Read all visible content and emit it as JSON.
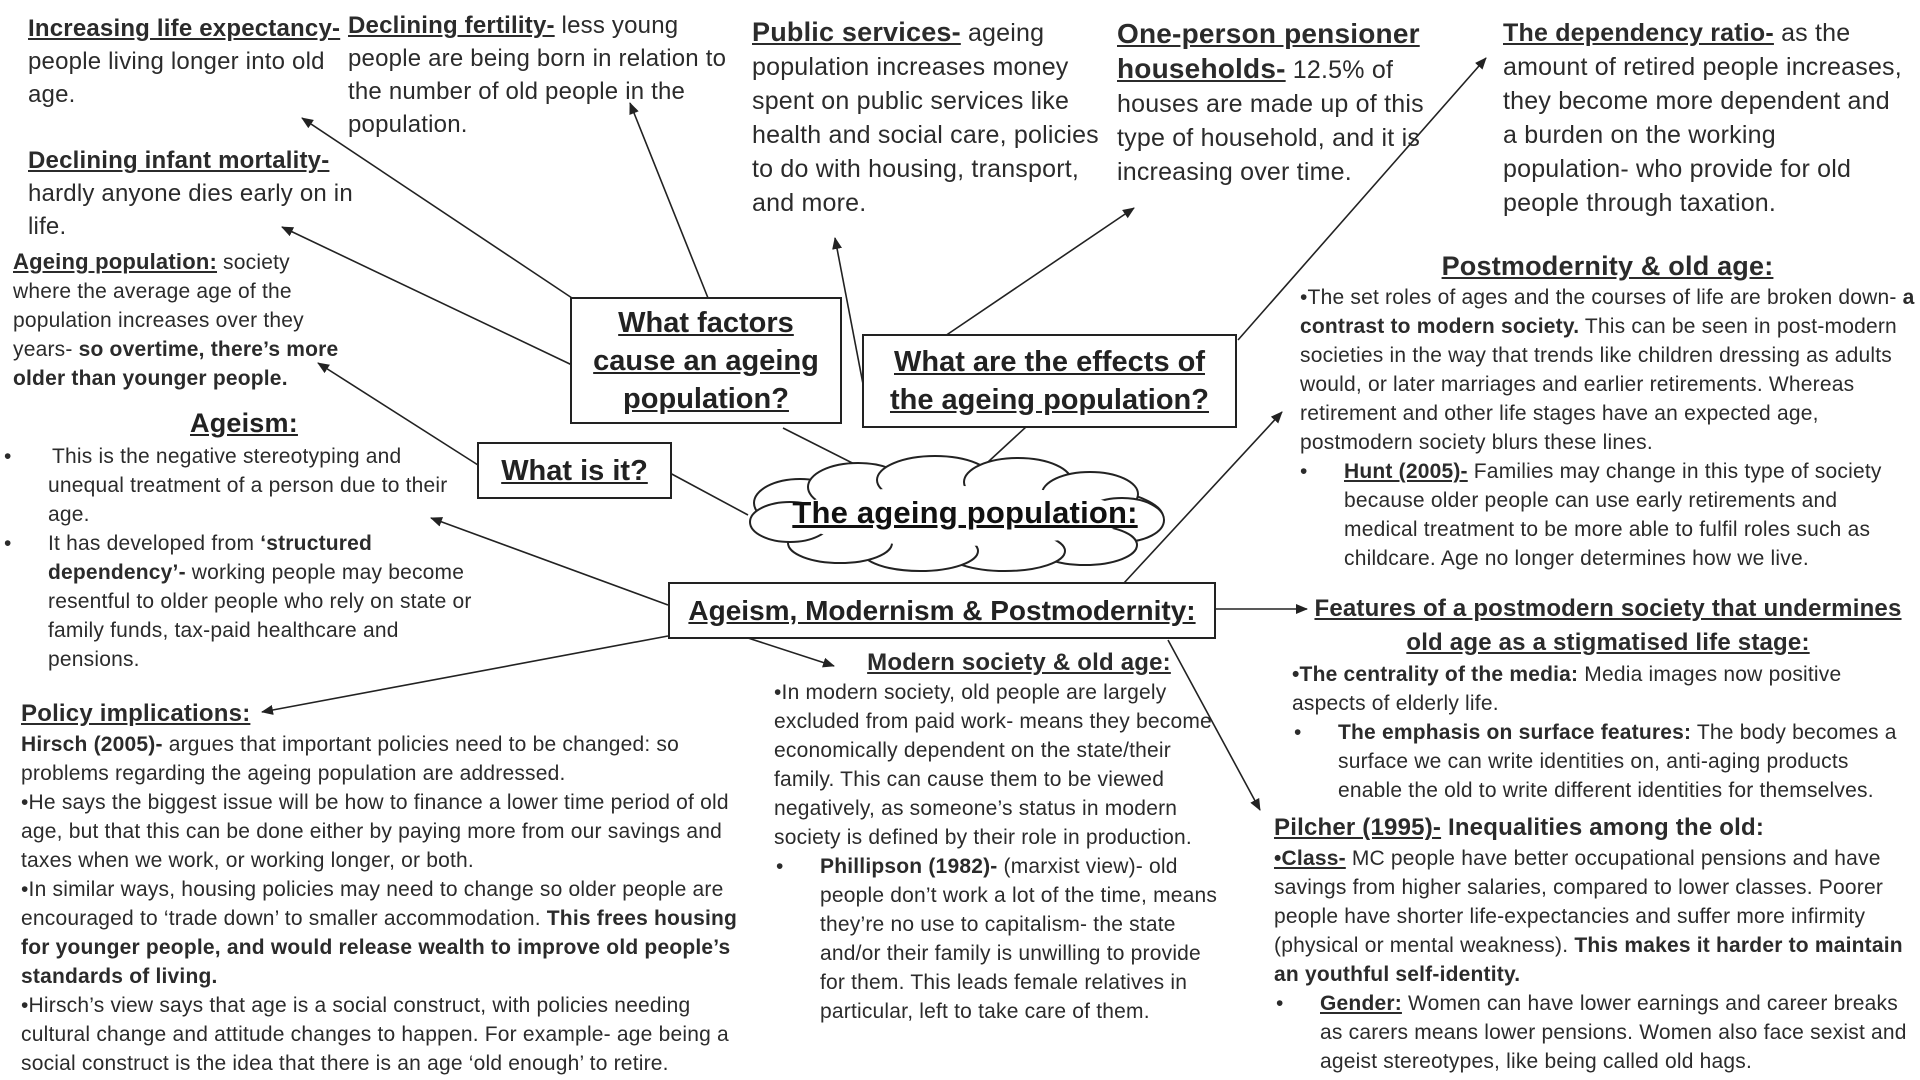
{
  "center": {
    "title": "The ageing population:"
  },
  "boxes": {
    "factors": "What factors cause an ageing population?",
    "effects": "What are the effects of the ageing population?",
    "what_is_it": "What is it?",
    "ageism_modernism": "Ageism, Modernism & Postmodernity:"
  },
  "life_expectancy": {
    "heading": "Increasing life expectancy-",
    "text": " people living longer into old age."
  },
  "infant_mortality": {
    "heading": "Declining infant mortality-",
    "text": " hardly anyone dies early on in life."
  },
  "fertility": {
    "heading": "Declining fertility-",
    "text": " less young people are being born in relation to the number of old people in the population."
  },
  "public_services": {
    "heading": "Public services-",
    "text": " ageing population increases money spent on public services like health and social care, policies to do with housing, transport, and more."
  },
  "pensioner_households": {
    "heading": "One-person pensioner households-",
    "text": " 12.5% of houses are made up of this type of household, and it is increasing over time."
  },
  "dependency_ratio": {
    "heading": "The dependency ratio-",
    "text": " as the amount of retired people increases, they become more dependent and a burden on the working population- who provide for old people through taxation."
  },
  "ageing_population": {
    "heading": "Ageing population:",
    "text": " society where the average age of the population increases over they years- ",
    "bold": "so overtime, there’s more older than younger people."
  },
  "ageism": {
    "title": "Ageism:",
    "item1": "This is the negative stereotyping and unequal treatment of a person due to their age.",
    "item2_pre": "It has developed from ",
    "item2_bold": "‘structured dependency’-",
    "item2_post": " working people may become resentful to older people who rely on state or family funds, tax-paid healthcare and pensions."
  },
  "policy": {
    "title": "Policy implications:",
    "hirsch_name": "Hirsch (2005)-",
    "hirsch_text": " argues that important policies need to be changed: so problems regarding the ageing population are addressed.",
    "p2": "•He says the biggest issue will be how to finance a lower time period of old age, but that this can be done either by paying more from our savings and taxes when we work, or working longer, or both.",
    "p3_pre": "•In similar ways, housing policies may need to change so older people are encouraged to ‘trade down’ to smaller accommodation. ",
    "p3_bold": "This frees housing for younger people, and would release wealth to improve old people’s standards of living.",
    "p4": "•Hirsch’s view says that age is a social construct, with policies needing cultural change and attitude changes to happen. For example- age being a social construct is the idea that there is an age ‘old enough’ to retire."
  },
  "modern": {
    "title": "Modern society & old age:",
    "p1": "•In modern society, old people are largely excluded from paid work- means they become economically dependent on the state/their family. This can cause them to be viewed negatively, as someone’s status in modern society  is defined by their role in production.",
    "phillipson_name": "Phillipson (1982)-",
    "phillipson_text": " (marxist view)- old people don’t work a lot of the time, means they’re no use to capitalism- the state and/or their family is unwilling to provide for them. This leads female relatives in particular, left to take care of them."
  },
  "postmodern": {
    "title": "Postmodernity & old age:",
    "p1_pre": "•The set roles of ages and the courses of life are broken down- ",
    "p1_bold": "a contrast to modern society.",
    "p1_post": " This can be seen in post-modern societies in the way that trends like children dressing as adults would, or later marriages and earlier retirements. Whereas retirement and other life stages have an expected age, postmodern society blurs these lines.",
    "hunt_name": "Hunt (2005)-",
    "hunt_text": " Families may change in this type of society because older people can use early retirements and medical treatment to be more able to fulfil roles such as childcare. Age no longer determines how we live."
  },
  "features": {
    "title": "Features of a postmodern society that undermines old age as a stigmatised life stage:",
    "media_bold": "•The centrality of the media:",
    "media_text": " Media images now positive aspects of elderly life.",
    "surface_bold": "The emphasis on surface features:",
    "surface_text": " The body becomes a surface we can write identities on, anti-aging products enable the old to write different identities for themselves."
  },
  "pilcher": {
    "name": "Pilcher (1995)-",
    "title": " Inequalities among the old:",
    "class_label": "•Class-",
    "class_text": " MC people have better occupational pensions and have savings from higher salaries, compared to lower classes. Poorer people have shorter life-expectancies and suffer more infirmity (physical or mental weakness). ",
    "class_bold": "This makes it harder to maintain an youthful self-identity.",
    "gender_label": "Gender:",
    "gender_text": " Women can have lower earnings and career breaks as carers means lower pensions. Women also face sexist and ageist stereotypes, like being called old hags."
  }
}
